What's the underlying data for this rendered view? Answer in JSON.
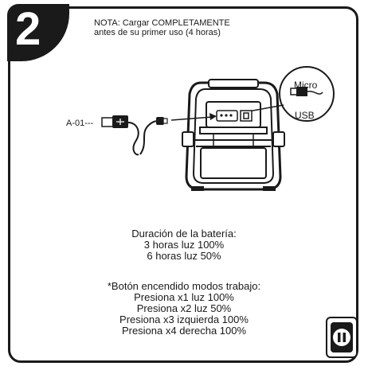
{
  "step": {
    "number": "2"
  },
  "note": {
    "line1": "NOTA: Cargar COMPLETAMENTE",
    "line2": "antes de su primer uso (4 horas)"
  },
  "cable": {
    "label": "A-01---"
  },
  "callout": {
    "top": "Micro",
    "bottom": "USB"
  },
  "battery": {
    "title": "Duración de la batería:",
    "line1": "3 horas luz 100%",
    "line2": "6 horas luz 50%"
  },
  "modes": {
    "title": "*Botón encendido modos trabajo:",
    "items": [
      "Presiona x1 luz 100%",
      "Presiona x2 luz 50%",
      "Presiona x3 izquierda 100%",
      "Presiona x4 derecha 100%"
    ]
  },
  "colors": {
    "ink": "#1a1a1a",
    "paper": "#ffffff"
  },
  "icons": {
    "outlet": "power-outlet-icon",
    "cable": "usb-cable-icon",
    "lamp": "work-lamp-icon"
  }
}
